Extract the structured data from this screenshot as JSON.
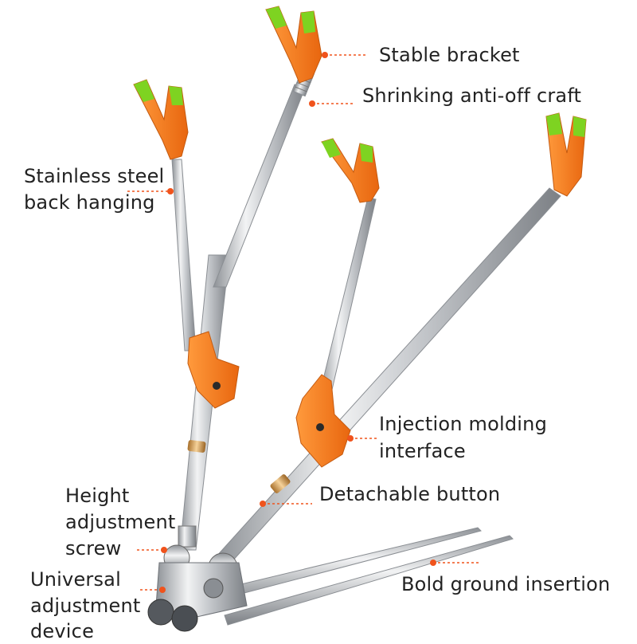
{
  "colors": {
    "accent_orange": "#f47a20",
    "tip_green": "#7ed321",
    "steel": "#c9ccd0",
    "callout_dot": "#f0531c",
    "text": "#222222"
  },
  "labels": {
    "stable_bracket": "Stable bracket",
    "shrinking": "Shrinking anti-off craft",
    "stainless_line1": "Stainless steel",
    "stainless_line2": "back hanging",
    "injection_line1": "Injection molding",
    "injection_line2": "interface",
    "detachable": "Detachable button",
    "height_line1": "Height",
    "height_line2": "adjustment",
    "height_line3": "screw",
    "universal_line1": "Universal",
    "universal_line2": "adjustment",
    "universal_line3": "device",
    "bold_ground": "Bold ground insertion"
  }
}
